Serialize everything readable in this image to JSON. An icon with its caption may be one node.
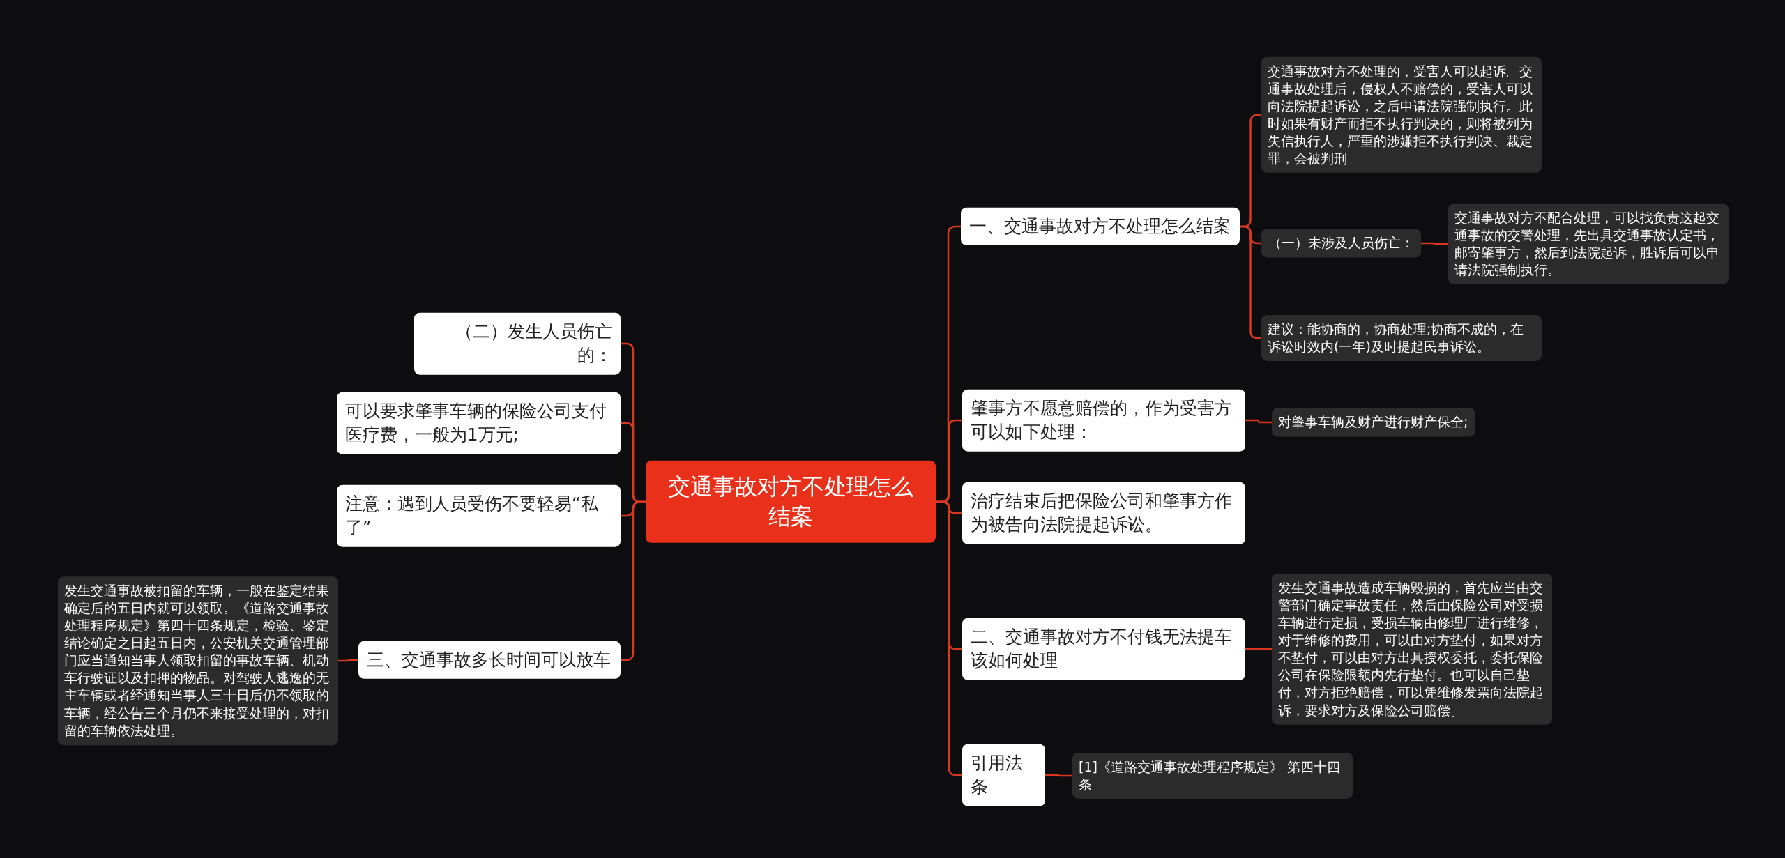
{
  "diagram": {
    "nodes": [
      {
        "text": [
          "交通事故对方不处理怎么结案"
        ]
      },
      {
        "text": [
          "一、交通事故对方不处理怎么结案"
        ]
      },
      {
        "text": [
          "交通事故对方不处理的，受害人可以起诉。交通事故处理后，侵权人不赔偿的，受害人可以向法院提起诉讼，之后申请法院强制执行。此时如果有财产而拒不执行判决的，则将被列为失信执行人，严重的涉嫌拒不执行判决、裁定罪，会被判刑。"
        ]
      },
      {
        "text": [
          "（一）未涉及人员伤亡："
        ]
      },
      {
        "text": [
          "交通事故对方不配合处理，可以找负责这起交通事故的交警处理，先出具交通事故认定书，邮寄肇事方，然后到法院起诉，胜诉后可以申请法院强制执行。"
        ]
      },
      {
        "text": [
          "建议：能协商的，协商处理;协商不成的，在诉讼时效内(一年)及时提起民事诉讼。"
        ]
      },
      {
        "text": [
          "肇事方不愿意赔偿的，作为受害方可以如下处理："
        ]
      },
      {
        "text": [
          "对肇事车辆及财产进行财产保全;"
        ]
      },
      {
        "text": [
          "治疗结束后把保险公司和肇事方作为被告向法院提起诉讼。"
        ]
      },
      {
        "text": [
          "二、交通事故对方不付钱无法提车该如何处理"
        ]
      },
      {
        "text": [
          "发生交通事故造成车辆毁损的，首先应当由交警部门确定事故责任，然后由保险公司对受损车辆进行定损，受损车辆由修理厂进行维修，对于维修的费用，可以由对方垫付，如果对方不垫付，可以由对方出具授权委托，委托保险公司在保险限额内先行垫付。也可以自己垫付，对方拒绝赔偿，可以凭维修发票向法院起诉，要求对方及保险公司赔偿。"
        ]
      },
      {
        "text": [
          "引用法条"
        ]
      },
      {
        "text": [
          "[1]《道路交通事故处理程序规定》 第四十四条"
        ]
      },
      {
        "text": [
          "（二）发生人员伤亡的："
        ]
      },
      {
        "text": [
          "可以要求肇事车辆的保险公司支付医疗费，一般为1万元;"
        ]
      },
      {
        "text": [
          "注意：遇到人员受伤不要轻易“私了”"
        ]
      },
      {
        "text": [
          "三、交通事故多长时间可以放车"
        ]
      },
      {
        "text": [
          "发生交通事故被扣留的车辆，一般在鉴定结果确定后的五日内就可以领取。《道路交通事故处理程序规定》第四十四条规定，检验、鉴定结论确定之日起五日内，公安机关交通管理部门应当通知当事人领取扣留的事故车辆、机动车行驶证以及扣押的物品。对驾驶人逃逸的无主车辆或者经通知当事人三十日后仍不领取的车辆，经公告三个月仍不来接受处理的，对扣留的车辆依法处理。"
        ]
      }
    ],
    "edges": [
      {
        "from": 0,
        "to": 1,
        "arrow": "none"
      },
      {
        "from": 1,
        "to": 2,
        "arrow": "none"
      },
      {
        "from": 1,
        "to": 3,
        "arrow": "none"
      },
      {
        "from": 3,
        "to": 4,
        "arrow": "none"
      },
      {
        "from": 1,
        "to": 5,
        "arrow": "none"
      },
      {
        "from": 0,
        "to": 6,
        "arrow": "none"
      },
      {
        "from": 6,
        "to": 7,
        "arrow": "none"
      },
      {
        "from": 0,
        "to": 8,
        "arrow": "none"
      },
      {
        "from": 0,
        "to": 9,
        "arrow": "none"
      },
      {
        "from": 9,
        "to": 10,
        "arrow": "none"
      },
      {
        "from": 0,
        "to": 11,
        "arrow": "none"
      },
      {
        "from": 11,
        "to": 12,
        "arrow": "none"
      },
      {
        "from": 0,
        "to": 13,
        "arrow": "none"
      },
      {
        "from": 0,
        "to": 14,
        "arrow": "none"
      },
      {
        "from": 0,
        "to": 15,
        "arrow": "none"
      },
      {
        "from": 0,
        "to": 16,
        "arrow": "none"
      },
      {
        "from": 16,
        "to": 17,
        "arrow": "none"
      }
    ]
  }
}
